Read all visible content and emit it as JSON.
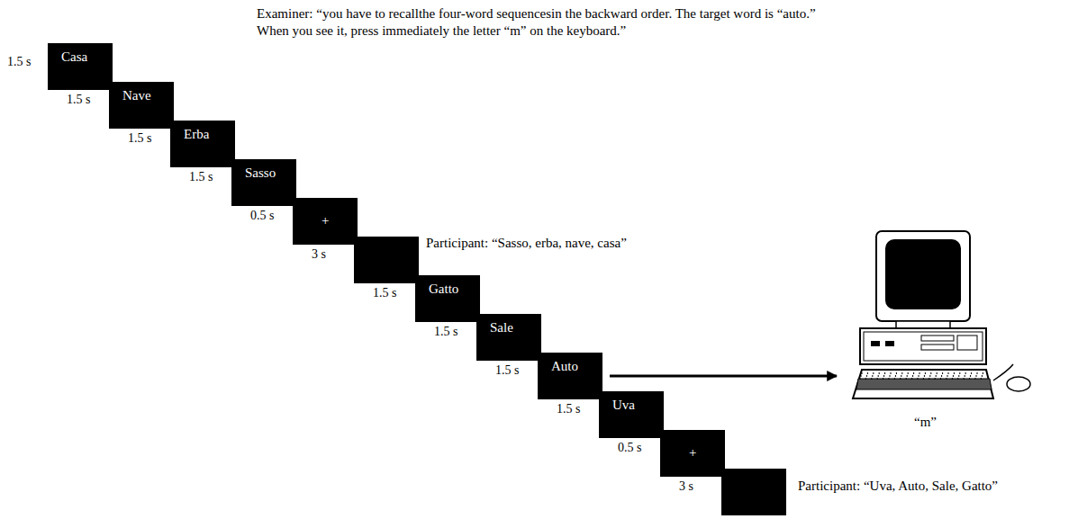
{
  "diagram": {
    "nodes": [
      {
        "text": [
          "Casa"
        ]
      },
      {
        "text": [
          "Nave"
        ]
      },
      {
        "text": [
          "Erba"
        ]
      },
      {
        "text": [
          "Sasso"
        ]
      },
      {
        "text": [
          "+"
        ]
      },
      {
        "text": [
          "Gatto"
        ]
      },
      {
        "text": [
          "Sale"
        ]
      },
      {
        "text": [
          "Auto"
        ]
      },
      {
        "text": [
          "Uva"
        ]
      },
      {
        "text": [
          "+"
        ]
      },
      {
        "text": [
          "“m”"
        ]
      }
    ],
    "edges": [
      {
        "from": 7,
        "to": 10,
        "arrow": "to"
      }
    ],
    "labels": [
      "Examiner: “you have to recallthe four-word sequencesin the backward order. The target word is “auto.” When you see it, press immediately the letter “m” on the keyboard.”",
      "1.5 s",
      "1.5 s",
      "1.5 s",
      "1.5 s",
      "0.5 s",
      "3 s",
      "1.5 s",
      "1.5 s",
      "1.5 s",
      "1.5 s",
      "0.5 s",
      "3 s",
      "Participant: “Sasso, erba, nave, casa”",
      "Participant: “Uva, Auto, Sale, Gatto”"
    ]
  }
}
